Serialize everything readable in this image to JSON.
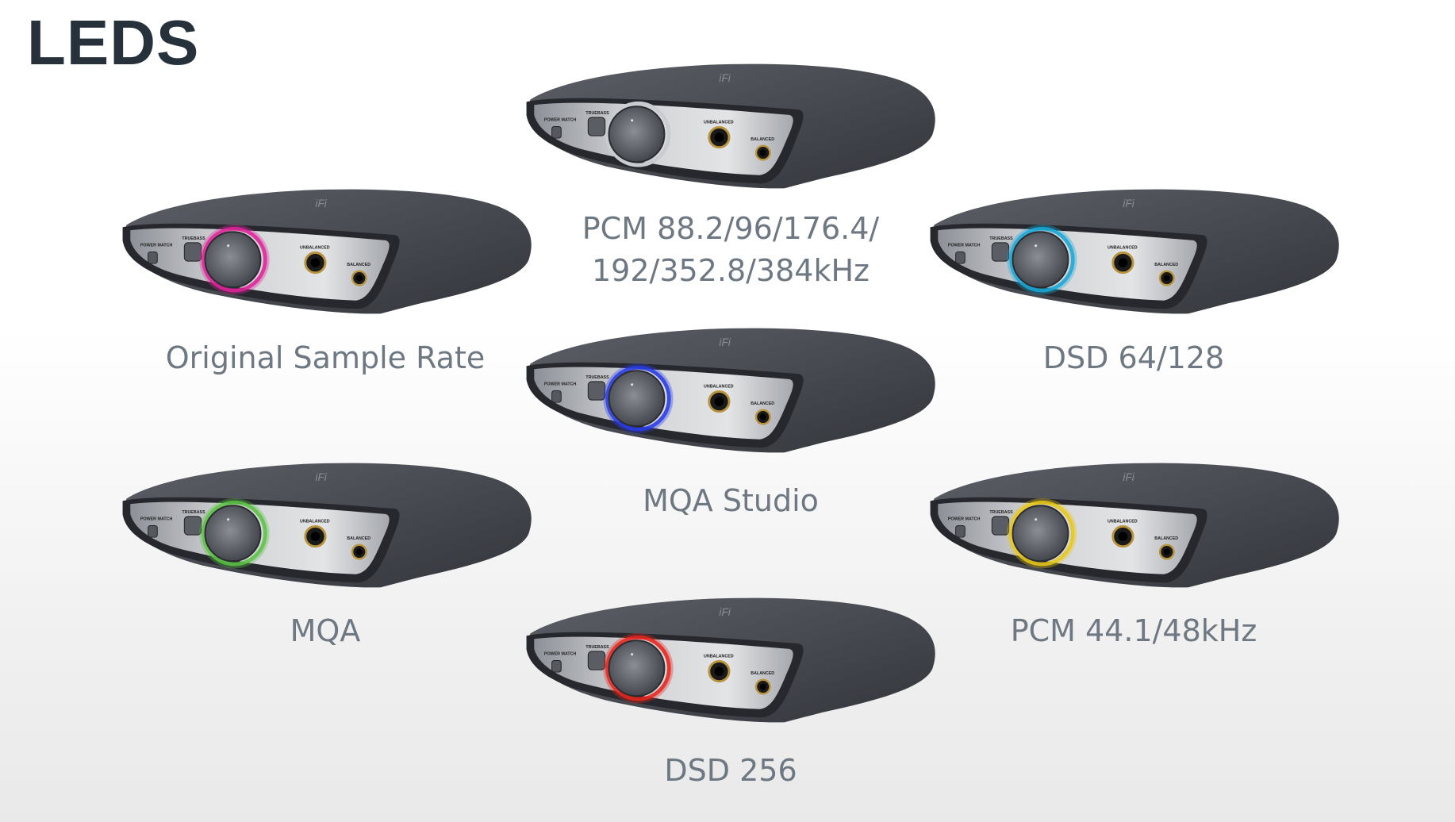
{
  "title": "LEDS",
  "device_panel_labels": {
    "power_match": "POWER MATCH",
    "truebass": "TRUEBASS",
    "unbalanced": "UNBALANCED",
    "balanced": "BALANCED",
    "logo": "iFi"
  },
  "devices": [
    {
      "id": "pcm-high",
      "led_color": null,
      "label_lines": [
        "PCM 88.2/96/176.4/",
        "192/352.8/384kHz"
      ]
    },
    {
      "id": "original-sample-rate",
      "led_color": "#e0249a",
      "label_lines": [
        "Original Sample Rate"
      ]
    },
    {
      "id": "dsd-64-128",
      "led_color": "#1aa8d8",
      "label_lines": [
        "DSD 64/128"
      ]
    },
    {
      "id": "mqa-studio",
      "led_color": "#2a3ce8",
      "label_lines": [
        "MQA Studio"
      ]
    },
    {
      "id": "mqa",
      "led_color": "#5cc244",
      "label_lines": [
        "MQA"
      ]
    },
    {
      "id": "pcm-44-48",
      "led_color": "#e8c81a",
      "label_lines": [
        "PCM 44.1/48kHz"
      ]
    },
    {
      "id": "dsd-256",
      "led_color": "#e8261e",
      "label_lines": [
        "DSD 256"
      ]
    }
  ]
}
